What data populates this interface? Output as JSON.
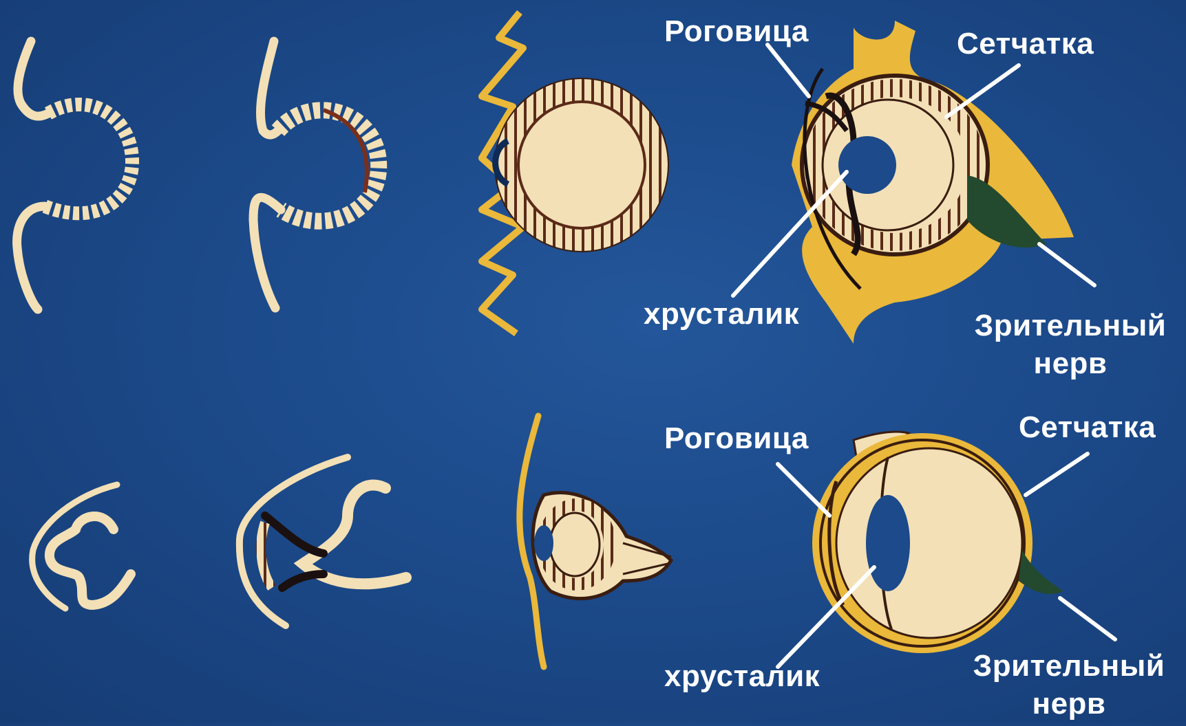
{
  "colors": {
    "background": "#1c4a8a",
    "tissue": "#f3e0b6",
    "skin": "#eab83a",
    "nerve": "#234a2f",
    "outline": "#3a1d10",
    "label": "#ffffff"
  },
  "top_row": {
    "cornea_label": "Роговица",
    "retina_label": "Сетчатка",
    "lens_label": "хрусталик",
    "optic_nerve_label_line1": "Зрительный",
    "optic_nerve_label_line2": "нерв"
  },
  "bottom_row": {
    "cornea_label": "Роговица",
    "retina_label": "Сетчатка",
    "lens_label": "хрусталик",
    "optic_nerve_label_line1": "Зрительный",
    "optic_nerve_label_line2": "нерв"
  }
}
